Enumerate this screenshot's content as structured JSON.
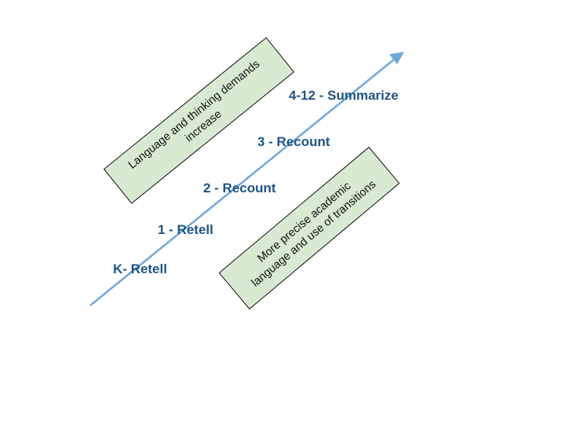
{
  "colors": {
    "arrow": "#6fa8dc",
    "label": "#1f5484",
    "box_fill": "#d9ead3",
    "box_border": "#111111"
  },
  "stages": [
    {
      "label": "K- Retell"
    },
    {
      "label": "1 - Retell"
    },
    {
      "label": "2 - Recount"
    },
    {
      "label": "3 - Recount"
    },
    {
      "label": "4-12 - Summarize"
    }
  ],
  "boxes": {
    "demands": {
      "line1": "Language and thinking demands",
      "line2": "increase"
    },
    "academic": {
      "line1": "More precise academic",
      "line2": "language and use of transitions"
    }
  }
}
